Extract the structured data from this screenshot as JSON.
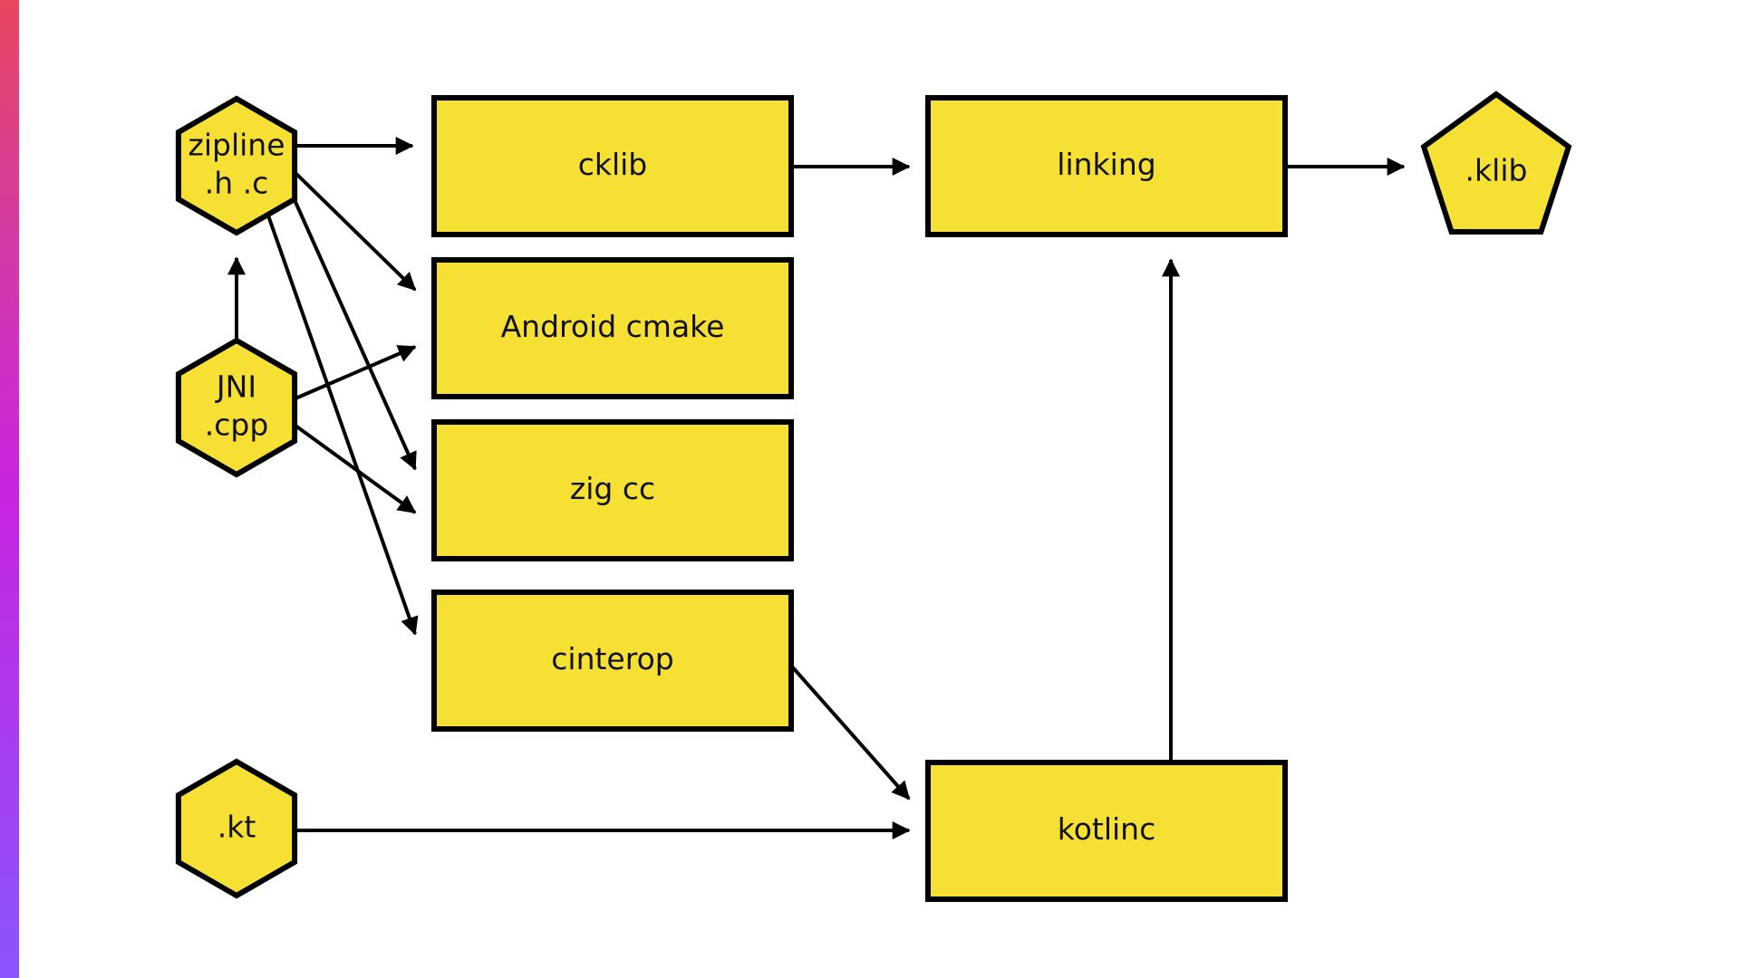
{
  "colors": {
    "node_fill": "#f7e034",
    "node_stroke": "#000000",
    "edge": "#000000",
    "background": "#ffffff",
    "accent_gradient": [
      "#e8475f",
      "#c825e0",
      "#8a55ff"
    ]
  },
  "nodes": {
    "zipline": {
      "shape": "hexagon",
      "lines": [
        "zipline",
        ".h .c"
      ]
    },
    "jni": {
      "shape": "hexagon",
      "lines": [
        "JNI",
        ".cpp"
      ]
    },
    "kt": {
      "shape": "hexagon",
      "lines": [
        ".kt"
      ]
    },
    "cklib": {
      "shape": "rectangle",
      "lines": [
        "cklib"
      ]
    },
    "android_cmake": {
      "shape": "rectangle",
      "lines": [
        "Android cmake"
      ]
    },
    "zig_cc": {
      "shape": "rectangle",
      "lines": [
        "zig cc"
      ]
    },
    "cinterop": {
      "shape": "rectangle",
      "lines": [
        "cinterop"
      ]
    },
    "linking": {
      "shape": "rectangle",
      "lines": [
        "linking"
      ]
    },
    "kotlinc": {
      "shape": "rectangle",
      "lines": [
        "kotlinc"
      ]
    },
    "klib": {
      "shape": "pentagon",
      "lines": [
        ".klib"
      ]
    }
  },
  "edges": [
    {
      "from": "zipline",
      "to": "cklib"
    },
    {
      "from": "zipline",
      "to": "android_cmake"
    },
    {
      "from": "zipline",
      "to": "zig_cc"
    },
    {
      "from": "zipline",
      "to": "cinterop"
    },
    {
      "from": "jni",
      "to": "zipline"
    },
    {
      "from": "jni",
      "to": "android_cmake"
    },
    {
      "from": "jni",
      "to": "zig_cc"
    },
    {
      "from": "kt",
      "to": "kotlinc"
    },
    {
      "from": "cklib",
      "to": "linking"
    },
    {
      "from": "cinterop",
      "to": "kotlinc"
    },
    {
      "from": "kotlinc",
      "to": "linking"
    },
    {
      "from": "linking",
      "to": "klib"
    }
  ]
}
